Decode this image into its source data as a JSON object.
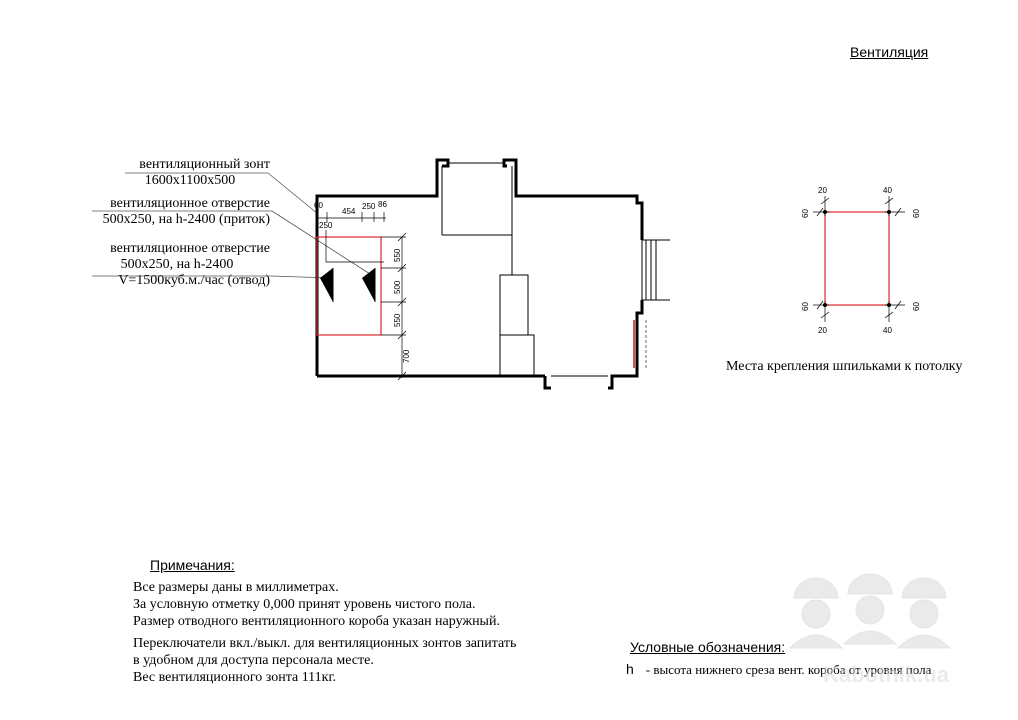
{
  "title": "Вентиляция",
  "callouts": {
    "hood_line1": "вентиляционный зонт",
    "hood_line2": "1600х1100х500",
    "supply_line1": "вентиляционное отверстие",
    "supply_line2": "500х250, на h-2400 (приток)",
    "exhaust_line1": "вентиляционное отверстие",
    "exhaust_line2": "500х250, на h-2400",
    "exhaust_line3": "V=1500куб.м./час (отвод)"
  },
  "plan_dims": {
    "d60": "60",
    "d454": "454",
    "d250a": "250",
    "d86": "86",
    "d250b": "250",
    "d550a": "550",
    "d500": "500",
    "d550b": "550",
    "d700": "700"
  },
  "mount_dims": {
    "top_left": "20",
    "top_right": "40",
    "left_top": "60",
    "right_top": "60",
    "left_bottom": "60",
    "right_bottom": "60",
    "bottom_left": "20",
    "bottom_right": "40"
  },
  "mount_caption": "Места крепления шпильками к потолку",
  "notes": {
    "heading": "Примечания:",
    "lines": [
      "Все размеры даны в миллиметрах.",
      "За условную отметку 0,000 принят уровень чистого пола.",
      "Размер отводного вентиляционного короба указан наружный.",
      "Переключатели вкл./выкл. для вентиляционных зонтов запитать",
      "в удобном для доступа персонала месте.",
      "Вес вентиляционного зонта 111кг."
    ]
  },
  "legend": {
    "heading": "Условные обозначения:",
    "symbol": "h",
    "text": "- высота нижнего среза вент. короба от уровня пола"
  },
  "watermark": "Kabotnik.ua",
  "colors": {
    "line": "#000000",
    "hood": "#e0282d",
    "leader": "#555555"
  }
}
